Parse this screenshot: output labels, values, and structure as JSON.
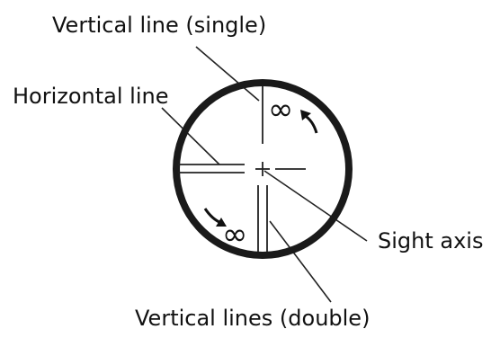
{
  "labels": {
    "vertical_single": "Vertical line (single)",
    "horizontal": "Horizontal line",
    "sight_axis": "Sight axis",
    "vertical_double": "Vertical lines (double)"
  },
  "symbols": {
    "infinity_upper": "∞",
    "infinity_lower": "∞"
  }
}
